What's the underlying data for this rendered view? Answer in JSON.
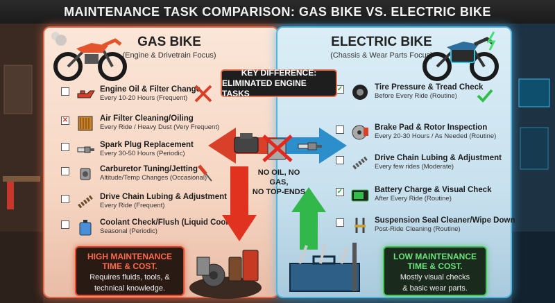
{
  "title": "MAINTENANCE TASK COMPARISON: GAS BIKE VS. ELECTRIC BIKE",
  "colors": {
    "gas_accent": "#e06b4a",
    "electric_accent": "#53b4e0",
    "high_red": "#e24a2d",
    "low_green": "#49c45c"
  },
  "gas": {
    "title": "GAS BIKE",
    "subtitle": "(Engine & Drivetrain Focus)",
    "tasks": [
      {
        "name": "Engine Oil & Filter Change",
        "freq": "Every 10-20 Hours (Frequent)",
        "icon": "oil-can-icon",
        "check": ""
      },
      {
        "name": "Air Filter Cleaning/Oiling",
        "freq": "Every Ride / Heavy Dust (Very Frequent)",
        "icon": "air-filter-icon",
        "check": "✕"
      },
      {
        "name": "Spark Plug Replacement",
        "freq": "Every 30-50 Hours (Periodic)",
        "icon": "spark-plug-icon",
        "check": ""
      },
      {
        "name": "Carburetor Tuning/Jetting",
        "freq": "Altitude/Temp Changes (Occasional)",
        "icon": "carburetor-icon",
        "check": ""
      },
      {
        "name": "Drive Chain Lubing & Adjustment",
        "freq": "Every Ride (Frequent)",
        "icon": "chain-icon",
        "check": ""
      },
      {
        "name": "Coolant Check/Flush (Liquid Cooled)",
        "freq": "Seasonal (Periodic)",
        "icon": "coolant-jug-icon",
        "check": ""
      }
    ],
    "summary_title_1": "HIGH MAINTENANCE",
    "summary_title_2": "TIME & COST.",
    "summary_body_1": "Requires fluids, tools, &",
    "summary_body_2": "technical knowledge."
  },
  "electric": {
    "title": "ELECTRIC BIKE",
    "subtitle": "(Chassis & Wear Parts Focus)",
    "tasks": [
      {
        "name": "Tire Pressure & Tread Check",
        "freq": "Before Every Ride (Routine)",
        "icon": "tire-icon",
        "check": "✓"
      },
      {
        "name": "Brake Pad & Rotor Inspection",
        "freq": "Every 20-30 Hours / As Needed (Routine)",
        "icon": "brake-rotor-icon",
        "check": ""
      },
      {
        "name": "Drive Chain Lubing & Adjustment",
        "freq": "Every few rides (Moderate)",
        "icon": "chain-icon",
        "check": ""
      },
      {
        "name": "Battery Charge & Visual Check",
        "freq": "After Every Ride (Routine)",
        "icon": "battery-icon",
        "check": "✓"
      },
      {
        "name": "Suspension Seal Cleaner/Wipe Down",
        "freq": "Post-Ride Cleaning (Routine)",
        "icon": "suspension-fork-icon",
        "check": ""
      }
    ],
    "summary_title_1": "LOW MAINTENANCE",
    "summary_title_2": "TIME & COST.",
    "summary_body_1": "Mostly visual checks",
    "summary_body_2": "& basic wear parts."
  },
  "key_difference": {
    "line1": "KEY DIFFERENCE:",
    "line2": "ELIMINATED ENGINE TASKS"
  },
  "no_text": {
    "line1": "NO OIL, NO GAS,",
    "line2": "NO TOP-ENDS"
  }
}
